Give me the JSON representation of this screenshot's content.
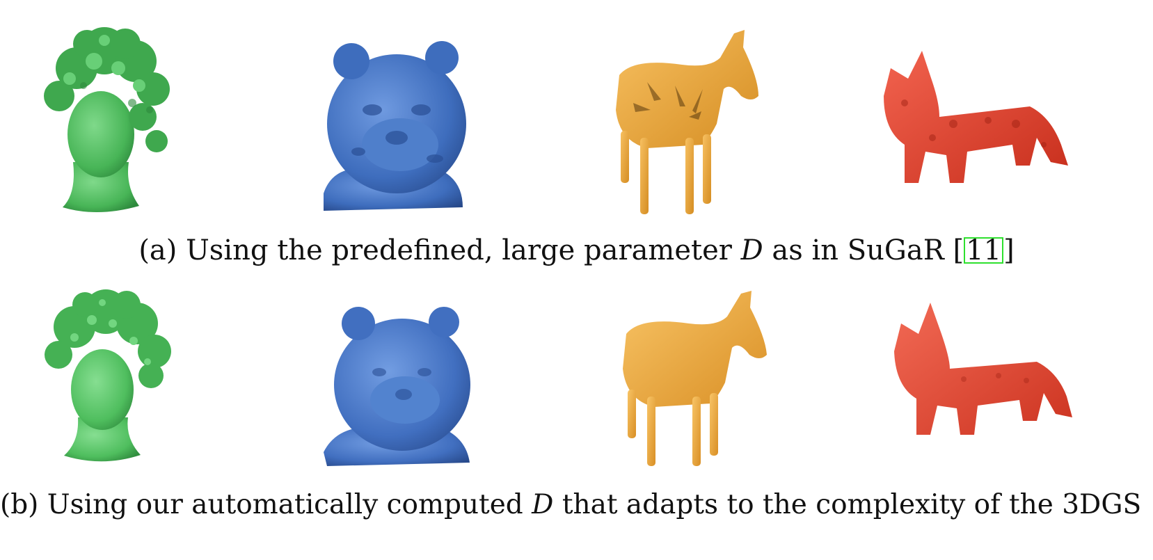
{
  "figure": {
    "panel_a": {
      "caption_prefix": "(a) Using the predefined, large parameter ",
      "caption_var": "D",
      "caption_mid": " as in SuGaR [",
      "caption_cite": "11",
      "caption_suffix": "]"
    },
    "panel_b": {
      "caption_prefix": "(b) Using our automatically computed ",
      "caption_var": "D",
      "caption_suffix": " that adapts to the complexity of the 3DGS"
    },
    "colors": {
      "head": "#4fbe5e",
      "bear": "#3e6dbd",
      "horse": "#eca637",
      "cat": "#e8402c",
      "cite_box": "#2ee02e"
    },
    "renders": [
      "head-render",
      "bear-render",
      "horse-render",
      "cat-render"
    ]
  }
}
